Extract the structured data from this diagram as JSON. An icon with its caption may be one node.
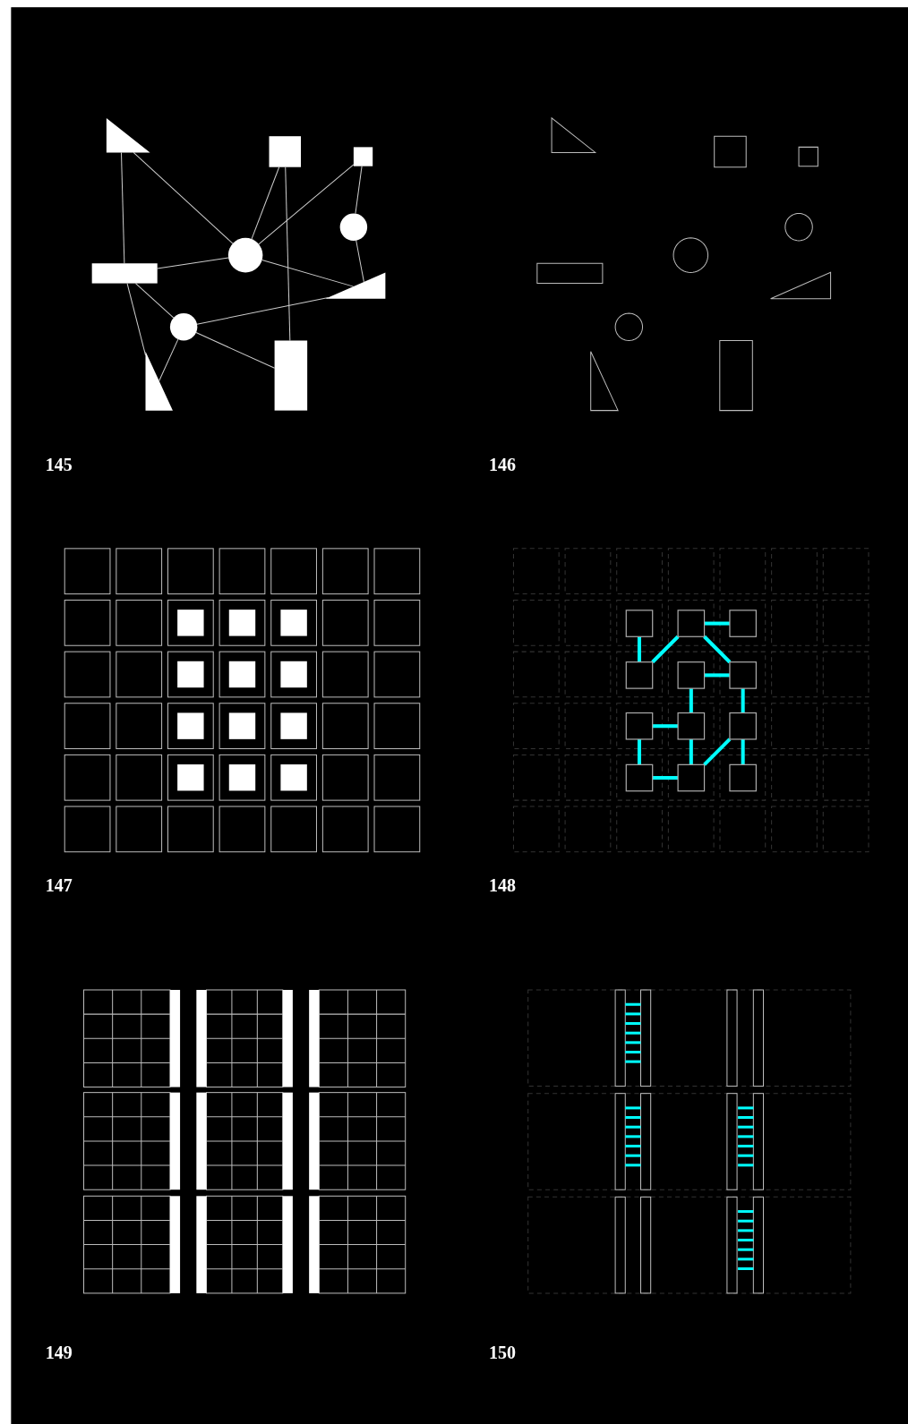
{
  "diagram": {
    "nodes": [
      {
        "text": [],
        "shape": "triangle"
      },
      {
        "text": [],
        "shape": "box"
      },
      {
        "text": [],
        "shape": "box"
      },
      {
        "text": [],
        "shape": "circle"
      },
      {
        "text": [],
        "shape": "circle"
      },
      {
        "text": [],
        "shape": "box"
      },
      {
        "text": [],
        "shape": "triangle"
      },
      {
        "text": [],
        "shape": "circle"
      },
      {
        "text": [],
        "shape": "triangle"
      },
      {
        "text": [],
        "shape": "box"
      },
      {
        "text": [],
        "shape": "box"
      },
      {
        "text": [],
        "shape": "box"
      },
      {
        "text": [],
        "shape": "box"
      },
      {
        "text": [],
        "shape": "box"
      },
      {
        "text": [],
        "shape": "box"
      },
      {
        "text": [],
        "shape": "box"
      },
      {
        "text": [],
        "shape": "box"
      },
      {
        "text": [],
        "shape": "box"
      },
      {
        "text": [],
        "shape": "box"
      },
      {
        "text": [],
        "shape": "box"
      },
      {
        "text": [],
        "shape": "box"
      },
      {
        "text": [],
        "shape": "box"
      }
    ],
    "edges": [
      {
        "from": 0,
        "to": 5,
        "arrow": "none"
      },
      {
        "from": 0,
        "to": 4,
        "arrow": "none"
      },
      {
        "from": 1,
        "to": 4,
        "arrow": "none"
      },
      {
        "from": 1,
        "to": 9,
        "arrow": "none"
      },
      {
        "from": 2,
        "to": 4,
        "arrow": "none"
      },
      {
        "from": 2,
        "to": 3,
        "arrow": "none"
      },
      {
        "from": 3,
        "to": 6,
        "arrow": "none"
      },
      {
        "from": 5,
        "to": 4,
        "arrow": "none"
      },
      {
        "from": 4,
        "to": 6,
        "arrow": "none"
      },
      {
        "from": 5,
        "to": 7,
        "arrow": "none"
      },
      {
        "from": 5,
        "to": 8,
        "arrow": "none"
      },
      {
        "from": 7,
        "to": 6,
        "arrow": "none"
      },
      {
        "from": 7,
        "to": 8,
        "arrow": "none"
      },
      {
        "from": 7,
        "to": 9,
        "arrow": "none"
      },
      {
        "from": 11,
        "to": 12,
        "arrow": "none",
        "style": "thick",
        "color": "#00ffff"
      },
      {
        "from": 10,
        "to": 13,
        "arrow": "none",
        "style": "thick",
        "color": "#00ffff"
      },
      {
        "from": 13,
        "to": 11,
        "arrow": "none",
        "style": "thick",
        "color": "#00ffff"
      },
      {
        "from": 11,
        "to": 15,
        "arrow": "none",
        "style": "thick",
        "color": "#00ffff"
      },
      {
        "from": 14,
        "to": 15,
        "arrow": "none",
        "style": "thick",
        "color": "#00ffff"
      },
      {
        "from": 14,
        "to": 17,
        "arrow": "none",
        "style": "thick",
        "color": "#00ffff"
      },
      {
        "from": 15,
        "to": 18,
        "arrow": "none",
        "style": "thick",
        "color": "#00ffff"
      },
      {
        "from": 16,
        "to": 17,
        "arrow": "none",
        "style": "thick",
        "color": "#00ffff"
      },
      {
        "from": 16,
        "to": 19,
        "arrow": "none",
        "style": "thick",
        "color": "#00ffff"
      },
      {
        "from": 17,
        "to": 20,
        "arrow": "none",
        "style": "thick",
        "color": "#00ffff"
      },
      {
        "from": 18,
        "to": 20,
        "arrow": "none",
        "style": "thick",
        "color": "#00ffff"
      },
      {
        "from": 18,
        "to": 21,
        "arrow": "none",
        "style": "thick",
        "color": "#00ffff"
      },
      {
        "from": 19,
        "to": 20,
        "arrow": "none",
        "style": "thick",
        "color": "#00ffff"
      }
    ],
    "labels": [
      "145",
      "146",
      "147",
      "148",
      "149",
      "150"
    ]
  }
}
